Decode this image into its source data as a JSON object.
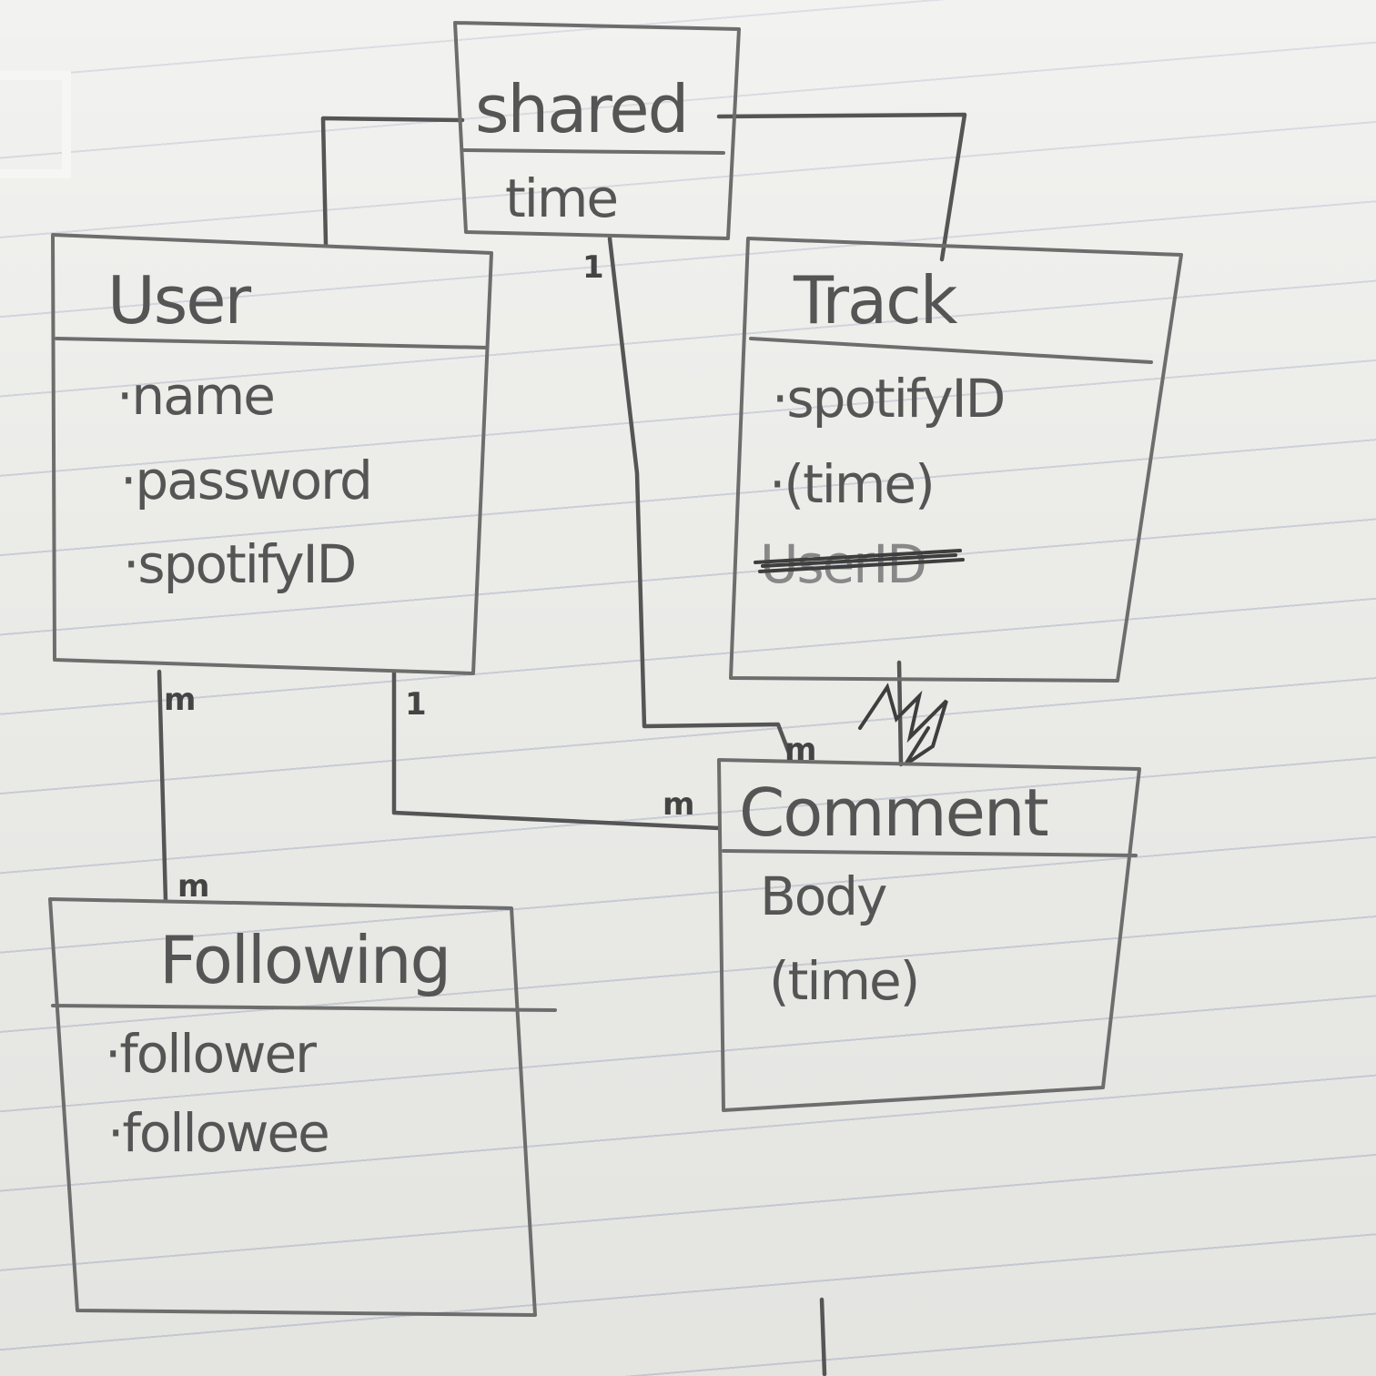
{
  "entities": {
    "shared": {
      "title": "shared",
      "attributes": [
        "time"
      ]
    },
    "user": {
      "title": "User",
      "attributes": [
        "·name",
        "·password",
        "·spotifyID"
      ]
    },
    "track": {
      "title": "Track",
      "attributes": [
        "·spotifyID",
        "·(time)"
      ],
      "struck_attribute": "UserID"
    },
    "following": {
      "title": "Following",
      "attributes": [
        "·follower",
        "·followee"
      ]
    },
    "comment": {
      "title": "Comment",
      "attributes": [
        "Body",
        "(time)"
      ]
    }
  },
  "multiplicities": {
    "shared_to_comment_start": "1",
    "shared_to_comment_end": "m",
    "user_to_following_start": "m",
    "user_to_following_end": "m",
    "user_to_comment_start": "1",
    "user_to_comment_end": "m"
  }
}
